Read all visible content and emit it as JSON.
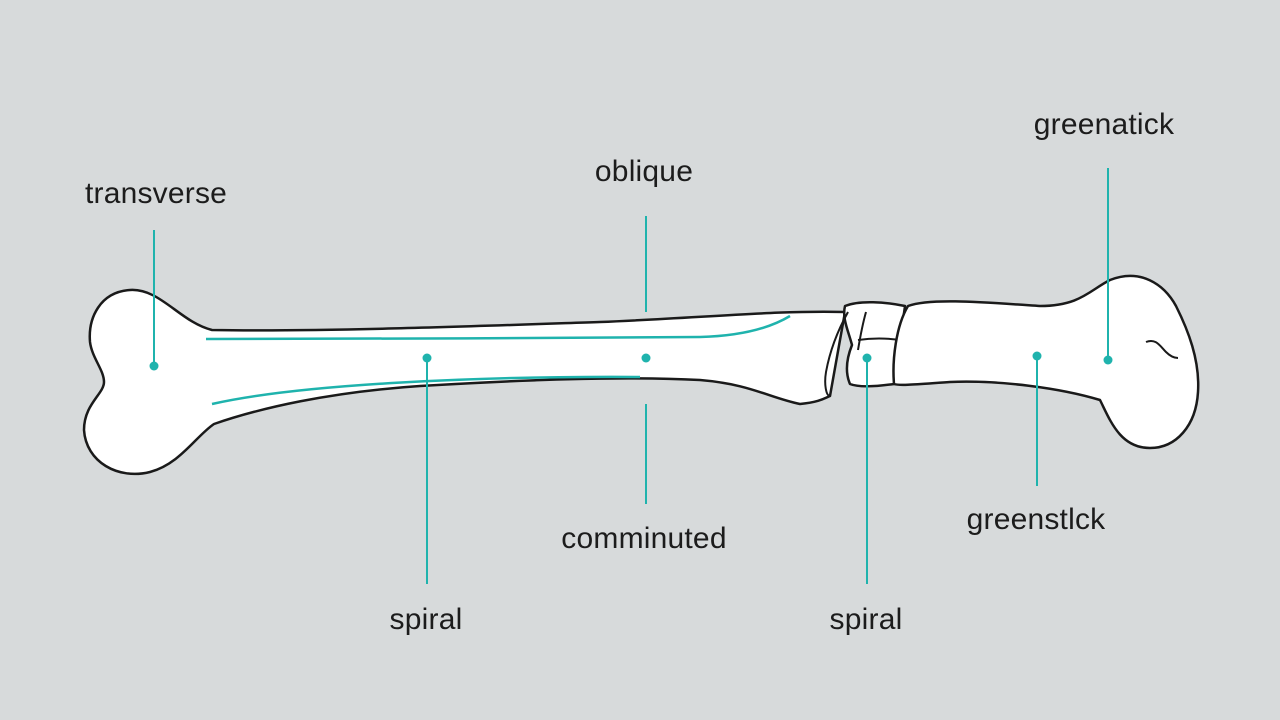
{
  "colors": {
    "background": "#d7dadb",
    "bone_fill": "#ffffff",
    "outline": "#1a1a1a",
    "accent": "#1fb3ad"
  },
  "labels": {
    "transverse": "transverse",
    "oblique": "oblique",
    "greenstick_top": "greenatick",
    "spiral_left": "spiral",
    "comminuted": "comminuted",
    "spiral_right": "spiral",
    "greenstick_bottom": "greenstlck"
  }
}
